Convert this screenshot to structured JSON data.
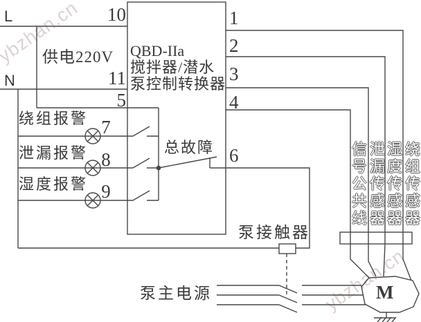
{
  "diagram": {
    "watermark": "ybzhan.cn",
    "supply": {
      "line_label": "L",
      "neutral_label": "N",
      "voltage_label": "供电220V"
    },
    "controller": {
      "model": "QBD-IIa",
      "name_line1": "搅拌器/潜水",
      "name_line2": "泵控制转换器"
    },
    "terminals": {
      "t1": "1",
      "t2": "2",
      "t3": "3",
      "t4": "4",
      "t5": "5",
      "t6": "6",
      "t7": "7",
      "t8": "8",
      "t9": "9",
      "t10": "10",
      "t11": "11"
    },
    "alarms": {
      "winding": "绕组报警",
      "leakage": "泄漏报警",
      "humidity": "湿度报警"
    },
    "fault_switch_label": "总故障",
    "pump_contactor_label": "泵接触器",
    "pump_main_power_label": "泵主电源",
    "motor_label": "M",
    "sensor_wires": {
      "signal_common": "信号公共线",
      "leakage_sensor": "泄漏传感器",
      "humidity_sensor": "湿度传感器",
      "winding_sensor": "绕组传感器"
    },
    "colors": {
      "line": "#474747",
      "text": "#3a3a3a",
      "watermark": "#d2c4c4",
      "background": "#ffffff"
    }
  }
}
